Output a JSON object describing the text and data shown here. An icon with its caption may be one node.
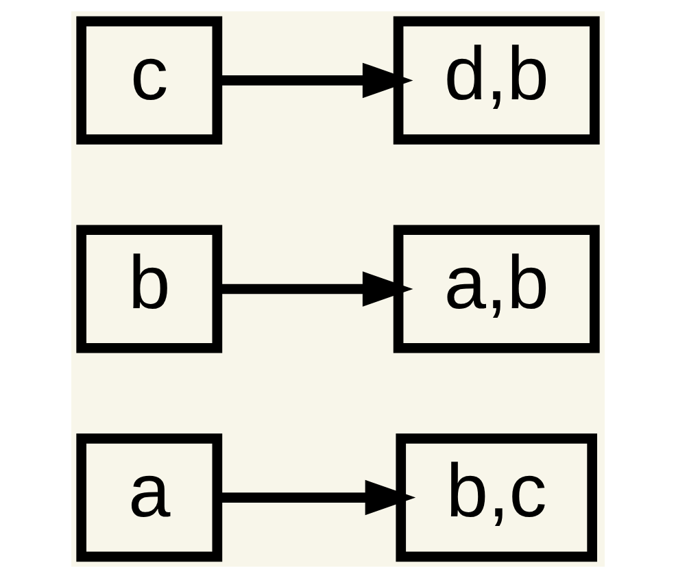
{
  "diagram": {
    "nodes": [
      {
        "text": [
          "a"
        ]
      },
      {
        "text": [
          "b,c"
        ]
      },
      {
        "text": [
          "b"
        ]
      },
      {
        "text": [
          "a,b"
        ]
      },
      {
        "text": [
          "c"
        ]
      },
      {
        "text": [
          "d,b"
        ]
      }
    ],
    "edges": [
      {
        "from": 0,
        "to": 1,
        "arrow": "to"
      },
      {
        "from": 2,
        "to": 3,
        "arrow": "to"
      },
      {
        "from": 4,
        "to": 5,
        "arrow": "to"
      }
    ]
  }
}
